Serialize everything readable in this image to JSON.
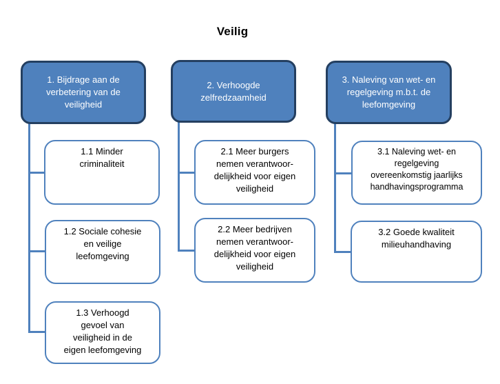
{
  "title": "Veilig",
  "colors": {
    "background": "#FFFFFF",
    "header_fill": "#4F81BD",
    "header_border": "#243F60",
    "header_text": "#FFFFFF",
    "child_fill": "#FFFFFF",
    "child_border": "#4F81BD",
    "child_text": "#000000",
    "connector": "#4F81BD",
    "title_text": "#000000"
  },
  "chart_type": "org-chart",
  "columns": [
    {
      "header": "1. Bijdrage aan de\nverbetering van de\nveiligheid",
      "children": [
        "1.1 Minder\ncriminaliteit",
        "1.2 Sociale cohesie\nen veilige\nleefomgeving",
        "1.3 Verhoogd\ngevoel van\nveiligheid in de\neigen leefomgeving"
      ]
    },
    {
      "header": "2. Verhoogde\nzelfredzaamheid",
      "children": [
        "2.1 Meer burgers\nnemen verantwoor-\ndelijkheid voor eigen\nveiligheid",
        "2.2 Meer bedrijven\nnemen verantwoor-\ndelijkheid voor eigen\nveiligheid"
      ]
    },
    {
      "header": "3. Naleving van wet- en\nregelgeving m.b.t. de\nleefomgeving",
      "children": [
        "3.1 Naleving wet- en\nregelgeving\novereenkomstig jaarlijks\nhandhavingsprogramma",
        "3.2 Goede kwaliteit\nmilieuhandhaving"
      ]
    }
  ]
}
